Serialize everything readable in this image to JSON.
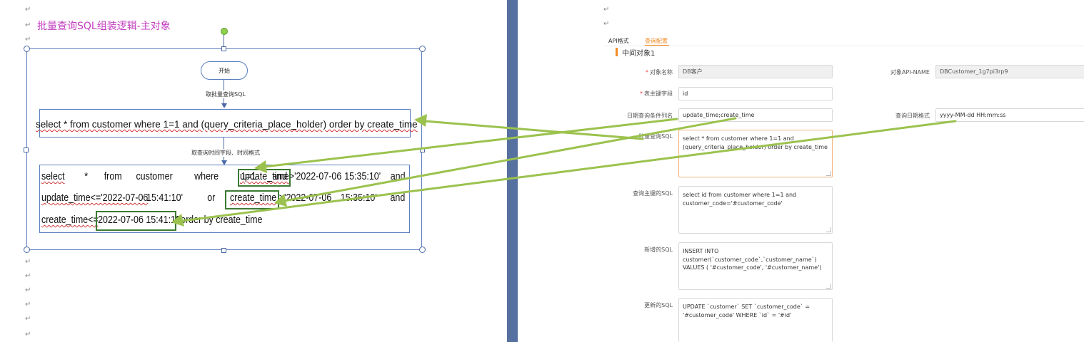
{
  "left_doc": {
    "title": "批量查询SQL组装逻辑-主对象",
    "para_mark": "↵",
    "flowchart": {
      "start_label": "开始",
      "step1_label": "取批量查询SQL",
      "sql1": "select * from customer where 1=1 and (query_criteria_place_holder) order by create_time",
      "step2_label": "取查询时间字段、时间格式",
      "sql2": {
        "l1_w1": "select",
        "l1_w2": "*",
        "l1_w3": "from",
        "l1_w4": "customer",
        "l1_w5": "where",
        "l1_w6": "1=1",
        "l1_w7": "and",
        "l1_hl": "update_time",
        "l1_tail1": ">'2022-07-06",
        "l1_tail2": "15:35:10'",
        "l1_tail3": "and",
        "l2_w1": "update_time<='2022-07-06",
        "l2_w2": "15:41:10'",
        "l2_w3": "or",
        "l2_hl": "create_time",
        "l2_tail1": ">'2022-07-06",
        "l2_tail2": "15:35:10'",
        "l2_tail3": "and",
        "l3_w1": "create_time<=",
        "l3_hl": "2022-07-06 15:41:10",
        "l3_tail": "' order by create_time"
      }
    }
  },
  "right_form": {
    "tabs": [
      {
        "label": "API格式",
        "active": false
      },
      {
        "label": "查询配置",
        "active": true
      }
    ],
    "section_title": "中间对象1",
    "fields": {
      "object_name": {
        "label": "对象名称",
        "required": true,
        "value": "DB客户"
      },
      "api_name": {
        "label": "对象API-NAME",
        "value": "DBCustomer_1g7pi3rp9"
      },
      "primary_key": {
        "label": "表主键字段",
        "required": true,
        "value": "id"
      },
      "date_fields": {
        "label": "日期查询条件列名",
        "value": "update_time;create_time"
      },
      "date_format": {
        "label": "查询日期格式",
        "value": "yyyy-MM-dd HH:mm:ss"
      },
      "batch_sql": {
        "label": "批量查询SQL",
        "value": "select * from customer where 1=1 and (query_criteria_place_holder) order by create_time"
      },
      "pk_sql": {
        "label": "查询主键的SQL",
        "value": "select id from customer where 1=1 and customer_code='#customer_code'"
      },
      "insert_sql": {
        "label": "新增的SQL",
        "value": "INSERT INTO customer(`customer_code`,`customer_name`) VALUES ( '#customer_code', '#customer_name')"
      },
      "update_sql": {
        "label": "更新的SQL",
        "value": "UPDATE `customer` SET `customer_code` = '#customer_code' WHERE `id` = '#id'"
      }
    }
  },
  "colors": {
    "title_magenta": "#c23ec0",
    "arrow_green": "#9bc24e",
    "highlight_box": "#3c7a33",
    "tab_active": "#f08a24",
    "divider": "#5670a0"
  }
}
